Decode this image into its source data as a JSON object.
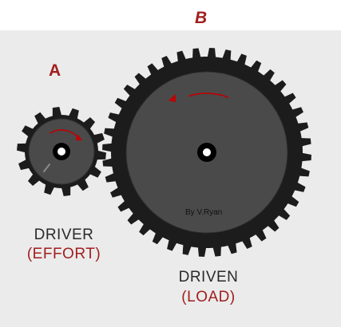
{
  "labels": {
    "gear_a_letter": "A",
    "gear_b_letter": "B",
    "driver": "DRIVER",
    "effort": "(EFFORT)",
    "driven": "DRIVEN",
    "load": "(LOAD)",
    "credit": "By V.Ryan"
  },
  "colors": {
    "background": "#ebebeb",
    "gear_teeth": "#1c1c1c",
    "gear_face": "#4a4a4a",
    "accent": "#c00000",
    "label_red": "#a01e1e"
  },
  "gears": {
    "driver": {
      "teeth": 14,
      "rotation": "clockwise"
    },
    "driven": {
      "teeth": 40,
      "rotation": "anticlockwise"
    }
  }
}
